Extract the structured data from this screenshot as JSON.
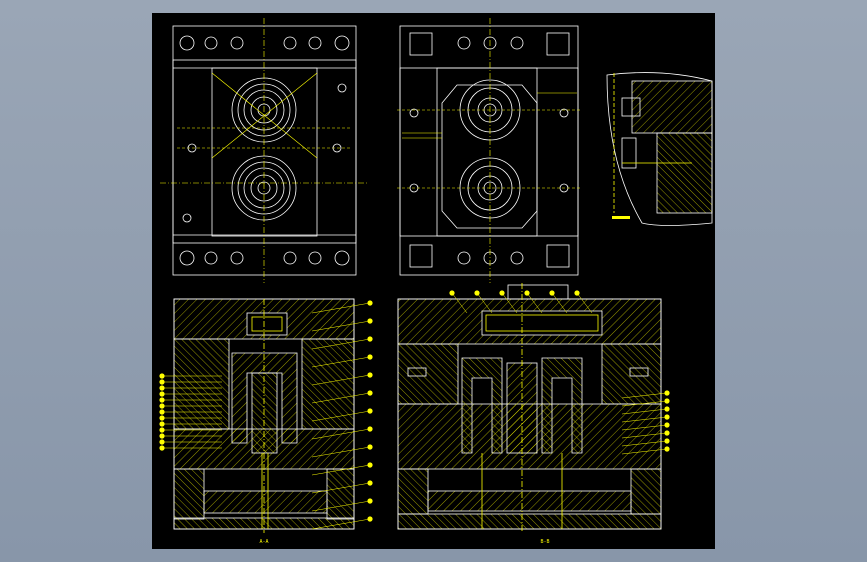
{
  "viewport": {
    "background": "#8c99ab",
    "sheet_color": "#000000"
  },
  "drawing": {
    "line_colors": {
      "outline": "#ffffff",
      "section": "#ffff00",
      "center": "#ffff00"
    },
    "views": [
      {
        "id": "top-left-plan",
        "description_icon": "mold-plan-view"
      },
      {
        "id": "top-middle-plan",
        "description_icon": "mold-plan-view"
      },
      {
        "id": "detail-section",
        "description_icon": "detail-view"
      },
      {
        "id": "bottom-left-section",
        "caption": "A-A"
      },
      {
        "id": "bottom-right-section",
        "caption": "B-B"
      }
    ],
    "balloons": {
      "left_section_count": 26,
      "right_section_count": 14
    }
  }
}
